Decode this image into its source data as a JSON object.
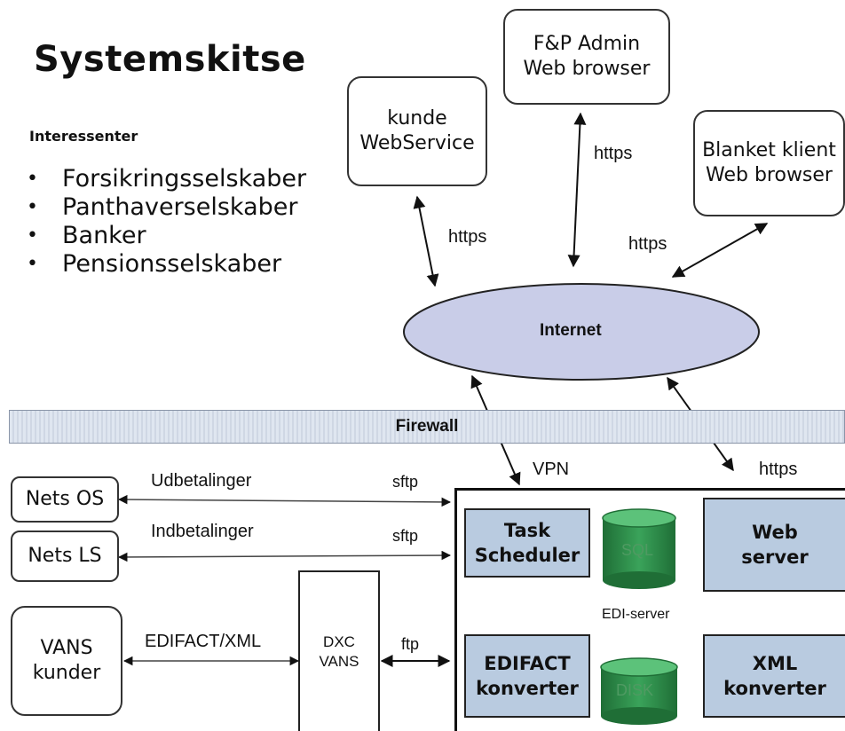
{
  "title": "Systemskitse",
  "subtitle": "Interessenter",
  "stakeholders": [
    "Forsikringsselskaber",
    "Panthaverselskaber",
    "Banker",
    "Pensionsselskaber"
  ],
  "nodes": {
    "kunde_ws": "kunde\nWebService",
    "fp_admin": "F&P Admin\nWeb browser",
    "blanket": "Blanket klient\nWeb browser",
    "internet": "Internet",
    "firewall": "Firewall",
    "nets_os": "Nets OS",
    "nets_ls": "Nets LS",
    "vans_kunder": "VANS\nkunder",
    "dxc_vans": "DXC\nVANS",
    "task_scheduler": "Task\nScheduler",
    "sql": "SQL",
    "web_server": "Web\nserver",
    "edi_server": "EDI-server",
    "edifact_konverter": "EDIFACT\nkonverter",
    "disk": "DISK",
    "xml_konverter": "XML\nkonverter"
  },
  "edge_labels": {
    "https_kunde": "https",
    "https_admin": "https",
    "https_blanket": "https",
    "vpn": "VPN",
    "https_server": "https",
    "udbetalinger": "Udbetalinger",
    "sftp_os": "sftp",
    "indbetalinger": "Indbetalinger",
    "sftp_ls": "sftp",
    "edifact_xml": "EDIFACT/XML",
    "ftp": "ftp"
  },
  "colors": {
    "internet_fill": "#c9cde8",
    "component_fill": "#b9cbe0",
    "db_fill": "#2e8b46"
  }
}
